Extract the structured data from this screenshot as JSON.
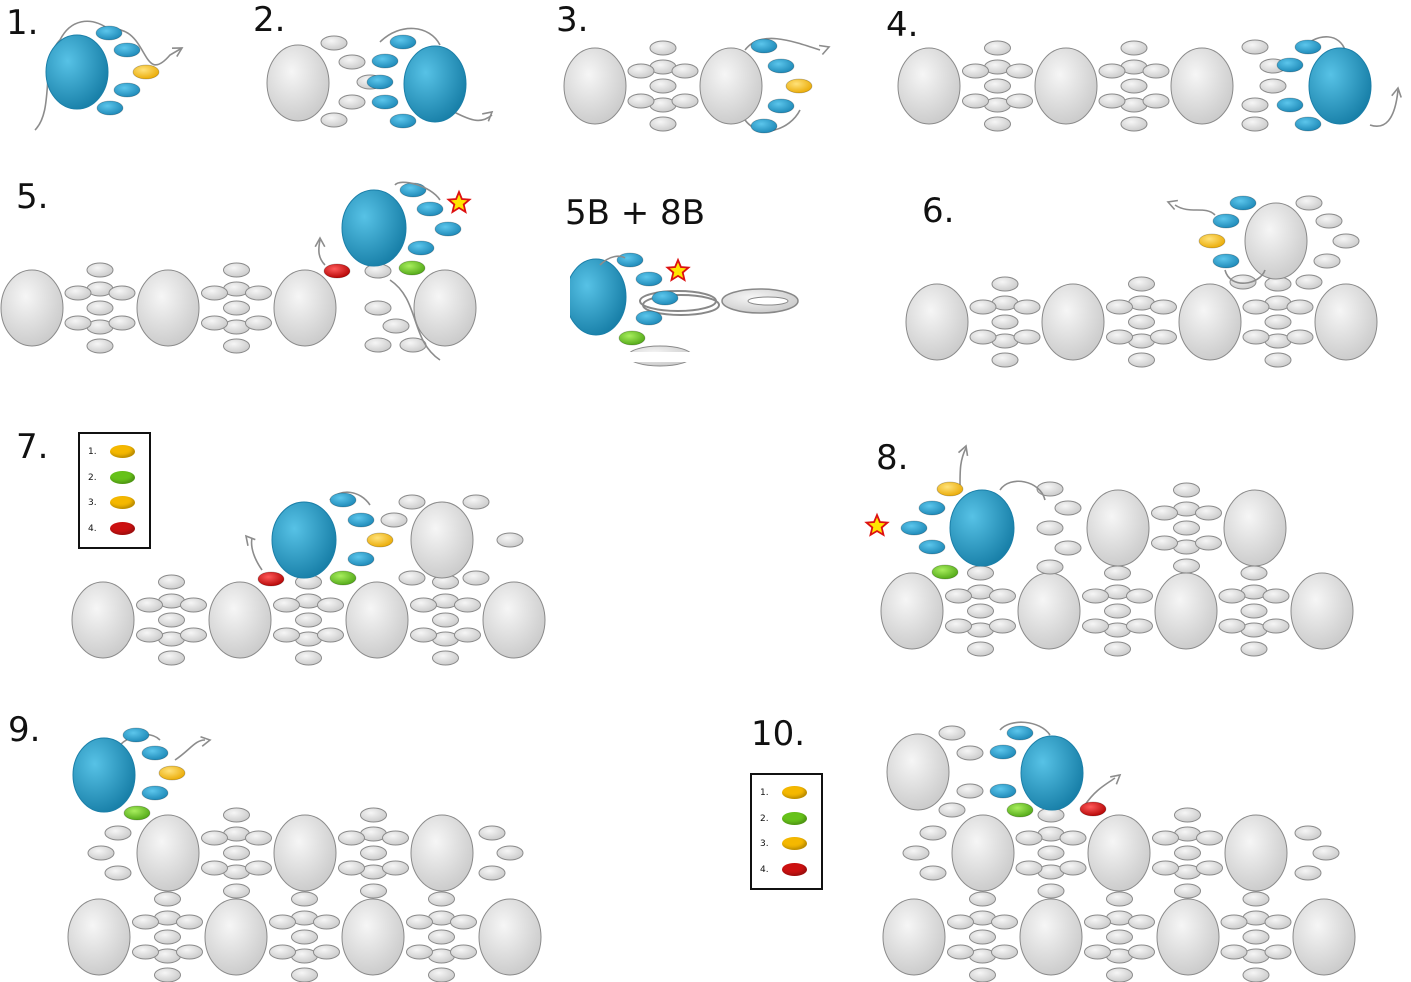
{
  "panels": {
    "p1": "1.",
    "p2": "2.",
    "p3": "3.",
    "p4": "4.",
    "p5": "5.",
    "p5b": "5B + 8B",
    "p6": "6.",
    "p7": "7.",
    "p8": "8.",
    "p9": "9.",
    "p10": "10."
  },
  "legend": {
    "items": [
      {
        "label": "1.",
        "color": "#f5b800"
      },
      {
        "label": "2.",
        "color": "#66c21a"
      },
      {
        "label": "3.",
        "color": "#f5b800"
      },
      {
        "label": "4.",
        "color": "#cc1111"
      }
    ]
  },
  "colors": {
    "protein": "#2ea6cf",
    "protein_dark": "#1b7fa8",
    "blue_bead": "#2aa0d0",
    "yellow": "#f5b800",
    "green": "#66c21a",
    "red": "#cc1111",
    "grey_fill": "#e2e2e2",
    "grey_stroke": "#8a8a8a",
    "line": "#8c8c8c",
    "star_fill": "#ffe600",
    "star_stroke": "#dd1111"
  }
}
